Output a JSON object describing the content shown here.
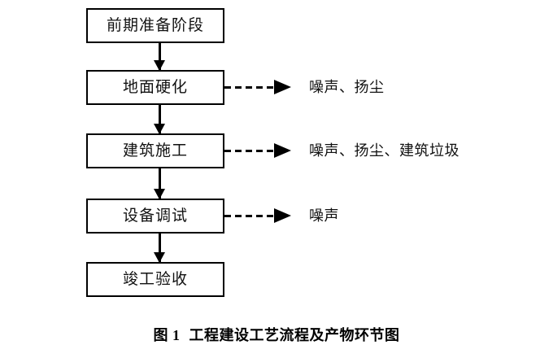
{
  "figure": {
    "caption_number": "图 1",
    "caption_title": "工程建设工艺流程及产物环节图",
    "background_color": "#ffffff",
    "line_color": "#000000",
    "text_color": "#111111"
  },
  "flow": {
    "orientation": "vertical-top-to-bottom",
    "steps": [
      {
        "id": "step-1",
        "label": "前期准备阶段"
      },
      {
        "id": "step-2",
        "label": "地面硬化"
      },
      {
        "id": "step-3",
        "label": "建筑施工"
      },
      {
        "id": "step-4",
        "label": "设备调试"
      },
      {
        "id": "step-5",
        "label": "竣工验收"
      }
    ],
    "connectors": [
      {
        "from": "step-1",
        "to": "step-2",
        "style": "solid",
        "arrow": "down"
      },
      {
        "from": "step-2",
        "to": "step-3",
        "style": "solid",
        "arrow": "down"
      },
      {
        "from": "step-3",
        "to": "step-4",
        "style": "solid",
        "arrow": "down"
      },
      {
        "from": "step-4",
        "to": "step-5",
        "style": "solid",
        "arrow": "down"
      }
    ]
  },
  "emissions": [
    {
      "from": "step-2",
      "style": "dashed",
      "arrow": "right",
      "label": "噪声、扬尘"
    },
    {
      "from": "step-3",
      "style": "dashed",
      "arrow": "right",
      "label": "噪声、扬尘、建筑垃圾"
    },
    {
      "from": "step-4",
      "style": "dashed",
      "arrow": "right",
      "label": "噪声"
    }
  ]
}
